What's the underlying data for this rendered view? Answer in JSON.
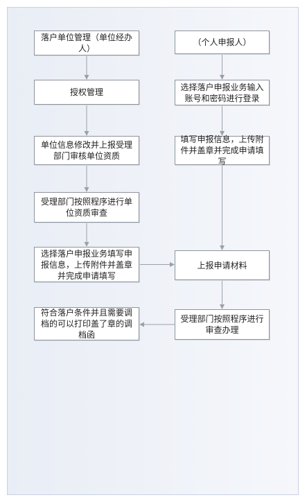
{
  "left_column": [
    {
      "id": "L1",
      "text": "落户单位管理（单位经办人）"
    },
    {
      "id": "L2",
      "text": "授权管理"
    },
    {
      "id": "L3",
      "text": "单位信息修改并上报受理部门审核单位资质"
    },
    {
      "id": "L4",
      "text": "受理部门按照程序进行单位资质审查"
    },
    {
      "id": "L5",
      "text": "选择落户申报业务填写申报信息，上传附件并盖章并完成申请填写"
    },
    {
      "id": "L6",
      "text": "符合落户条件并且需要调档的可以打印盖了章的调档函"
    }
  ],
  "right_column": [
    {
      "id": "R1",
      "text": "（个人申报人）"
    },
    {
      "id": "R2",
      "text": "选择落户申报业务输入账号和密码进行登录"
    },
    {
      "id": "R3",
      "text": "填写申报信息，上传附件并盖章并完成申请填写"
    },
    {
      "id": "R4",
      "text": "上报申请材料"
    },
    {
      "id": "R5",
      "text": "受理部门按照程序进行审查办理"
    }
  ],
  "edges": [
    {
      "from": "L1",
      "to": "L2"
    },
    {
      "from": "L2",
      "to": "L3"
    },
    {
      "from": "L3",
      "to": "L4"
    },
    {
      "from": "L4",
      "to": "L5"
    },
    {
      "from": "L5",
      "to": "R4"
    },
    {
      "from": "R1",
      "to": "R2"
    },
    {
      "from": "R2",
      "to": "R3"
    },
    {
      "from": "R3",
      "to": "R4"
    },
    {
      "from": "R4",
      "to": "R5"
    },
    {
      "from": "R5",
      "to": "L6"
    }
  ],
  "colors": {
    "frame_border": "#c9d1e2",
    "node_border": "#8e949c",
    "edge": "#9aa1aa"
  }
}
